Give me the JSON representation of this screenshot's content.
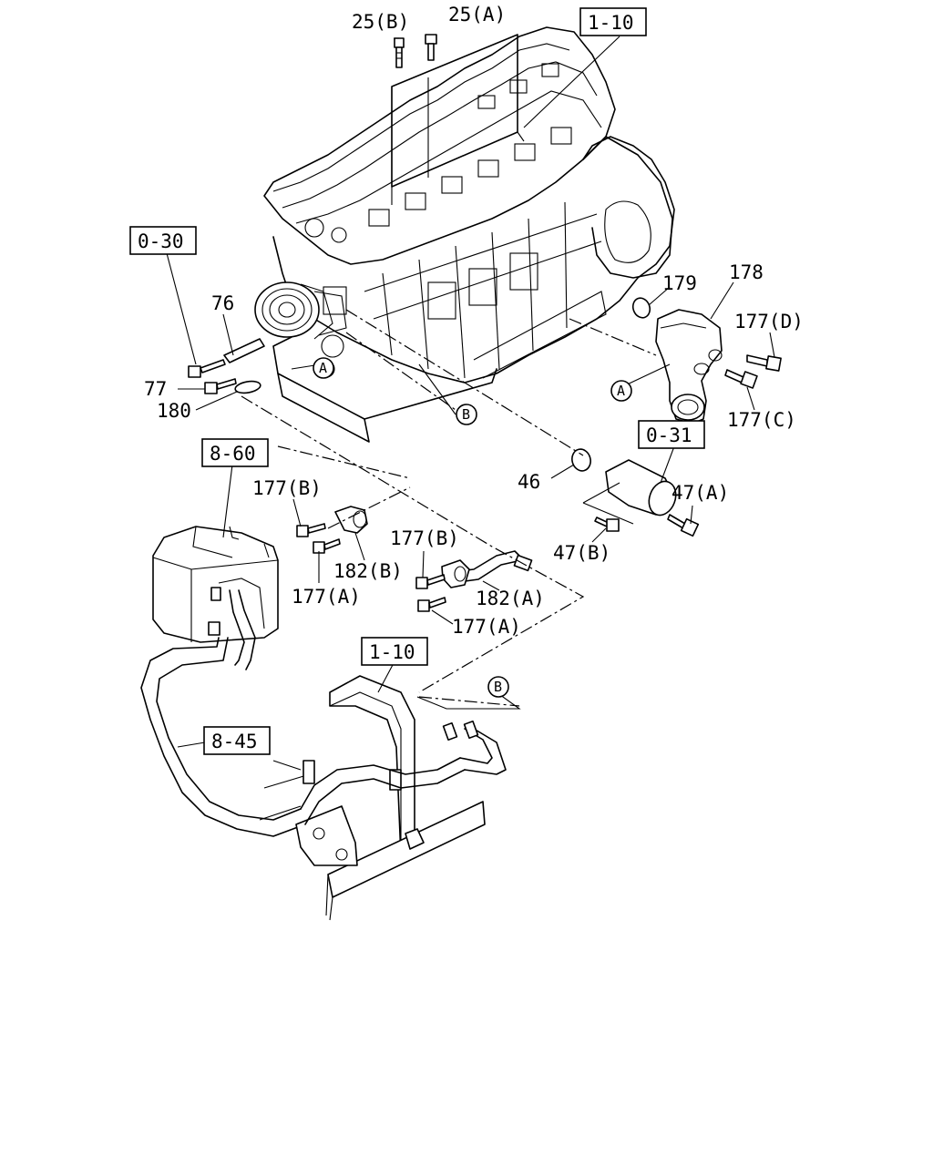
{
  "references": {
    "cylinder_head": "1-10",
    "water_pump": "0-30",
    "thermostat_housing": "0-31",
    "reservoir_tank": "8-60",
    "radiator": "1-10",
    "hose": "8-45"
  },
  "callouts": {
    "bolt_25b": "25(B)",
    "bolt_25a": "25(A)",
    "part_76": "76",
    "part_77": "77",
    "part_180": "180",
    "part_179": "179",
    "part_178": "178",
    "bolt_177d": "177(D)",
    "bolt_177c": "177(C)",
    "part_46": "46",
    "bolt_47a": "47(A)",
    "bolt_47b": "47(B)",
    "bolt_177b_left": "177(B)",
    "bolt_177a_left": "177(A)",
    "clip_182b": "182(B)",
    "bolt_177b_right": "177(B)",
    "clip_182a": "182(A)",
    "bolt_177a_right": "177(A)"
  },
  "markers": {
    "a_engine": "A",
    "a_housing": "A",
    "b_engine": "B",
    "b_pipe": "B"
  }
}
